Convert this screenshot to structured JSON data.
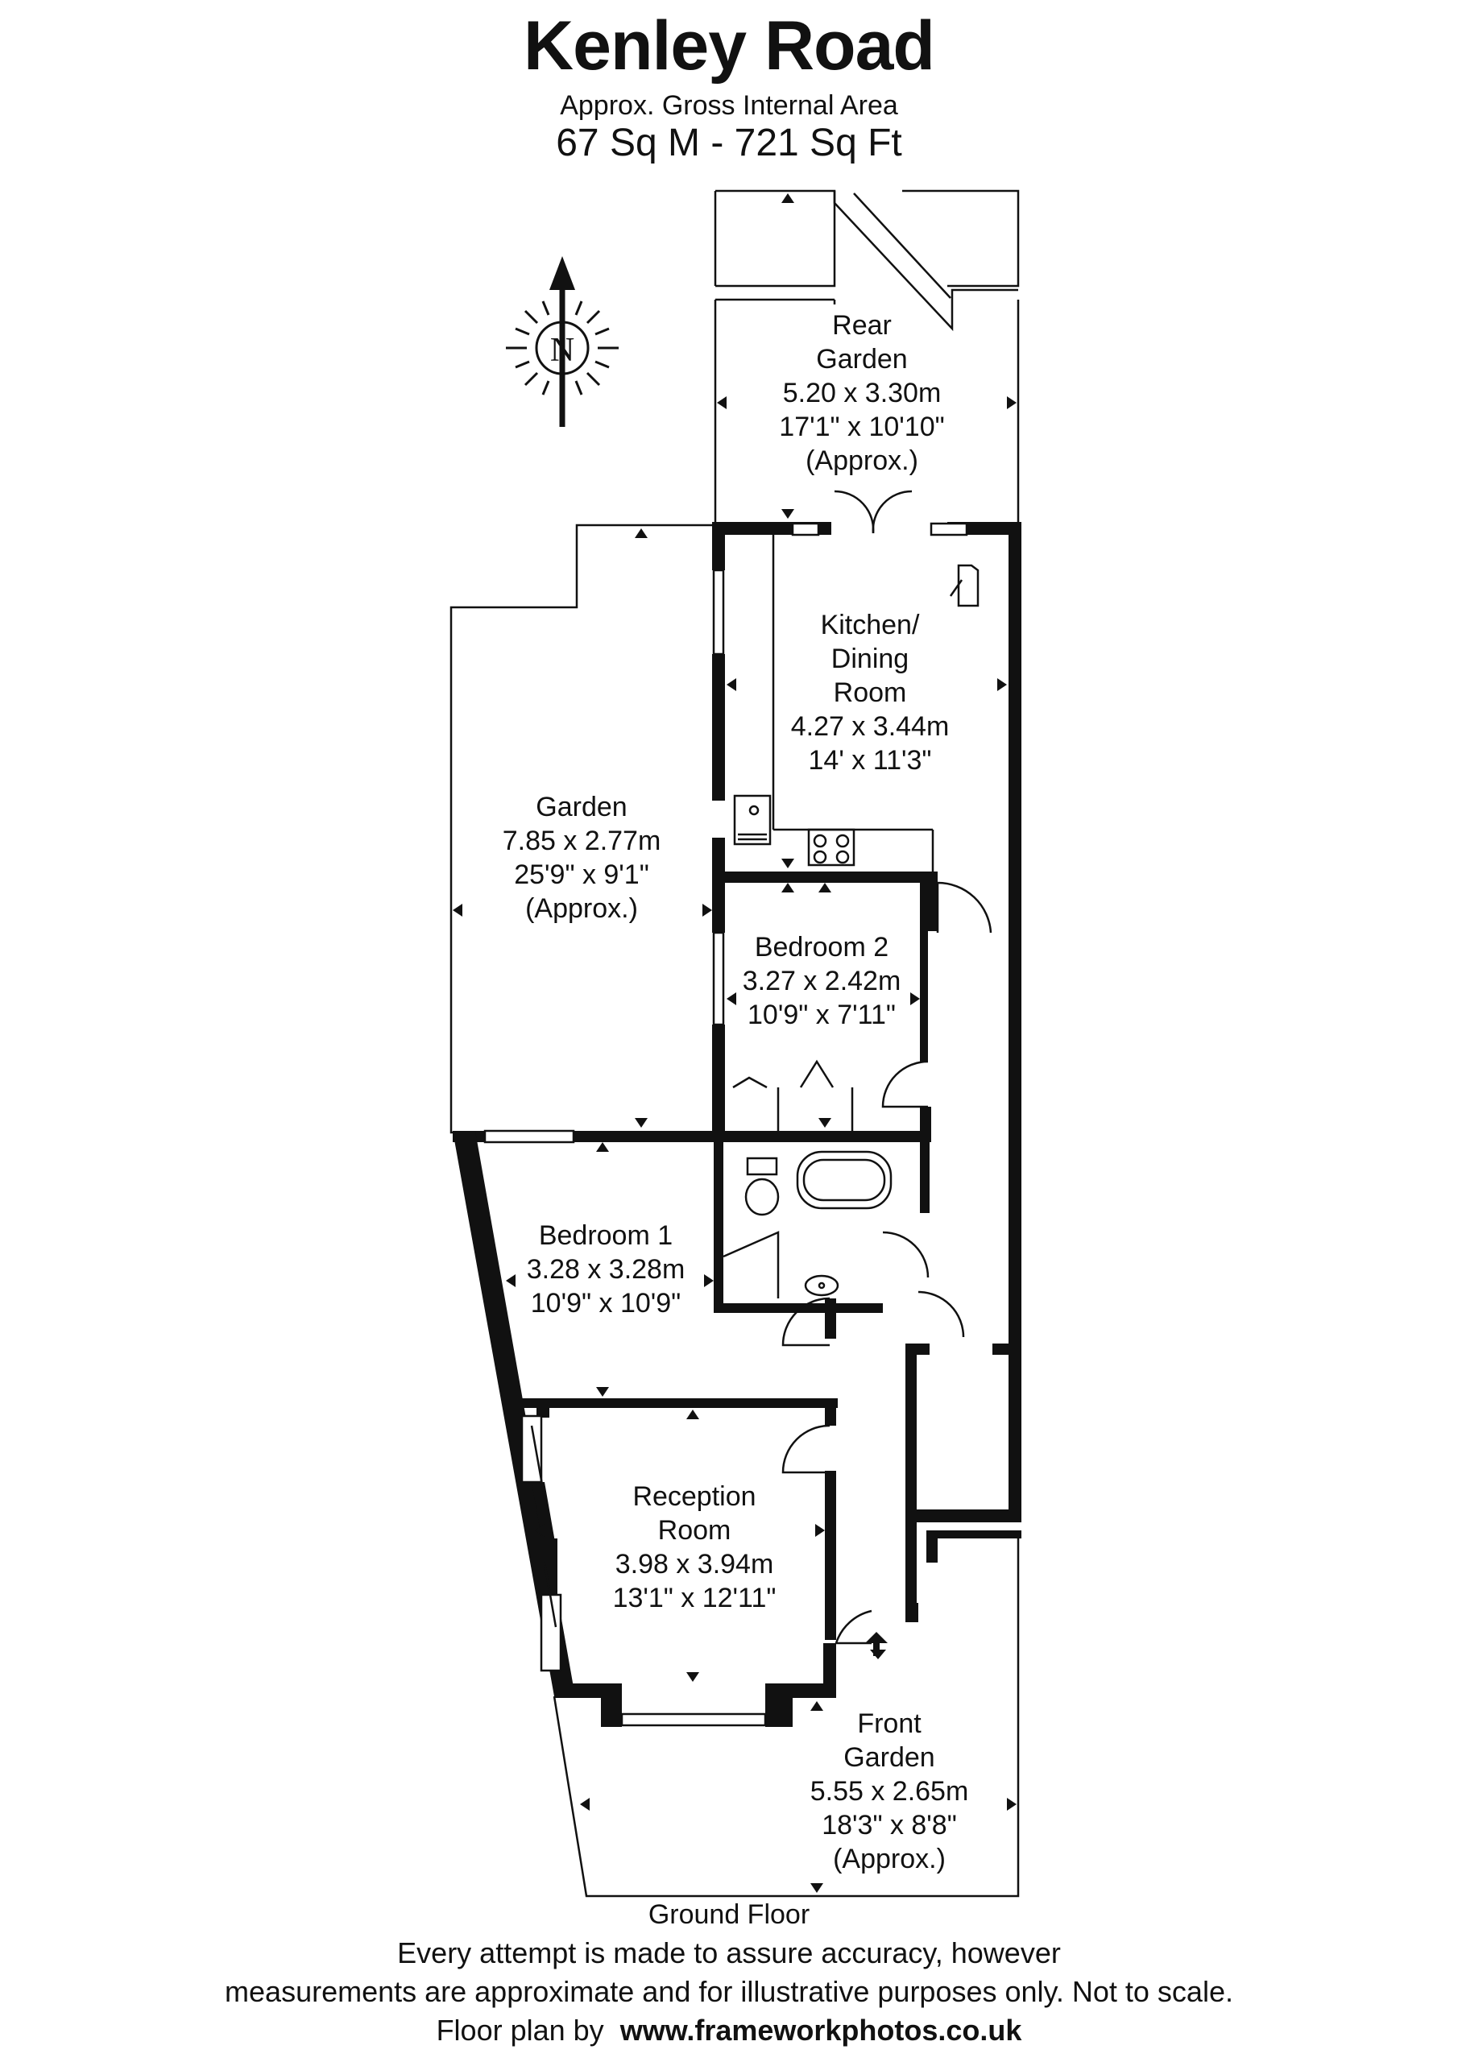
{
  "header": {
    "title": "Kenley Road",
    "subtitle": "Approx. Gross Internal Area",
    "area": "67 Sq M  -  721 Sq Ft"
  },
  "compass": {
    "label": "N"
  },
  "rooms": {
    "rear_garden": [
      "Rear",
      "Garden",
      "5.20 x 3.30m",
      "17'1\" x 10'10\"",
      "(Approx.)"
    ],
    "kitchen": [
      "Kitchen/",
      "Dining",
      "Room",
      "4.27 x 3.44m",
      "14' x 11'3\""
    ],
    "garden": [
      "Garden",
      "7.85 x 2.77m",
      "25'9\" x 9'1\"",
      "(Approx.)"
    ],
    "bedroom2": [
      "Bedroom 2",
      "3.27 x 2.42m",
      "10'9\" x 7'11\""
    ],
    "bedroom1": [
      "Bedroom 1",
      "3.28 x 3.28m",
      "10'9\" x 10'9\""
    ],
    "reception": [
      "Reception",
      "Room",
      "3.98 x 3.94m",
      "13'1\" x 12'11\""
    ],
    "front_garden": [
      "Front",
      "Garden",
      "5.55 x 2.65m",
      "18'3\" x 8'8\"",
      "(Approx.)"
    ]
  },
  "footer": {
    "floor": "Ground Floor",
    "disclaimer_line1": "Every attempt is made to assure accuracy, however",
    "disclaimer_line2": "measurements are approximate and for illustrative purposes only. Not to scale.",
    "credit_prefix": "Floor plan by",
    "credit_url": "www.frameworkphotos.co.uk"
  }
}
